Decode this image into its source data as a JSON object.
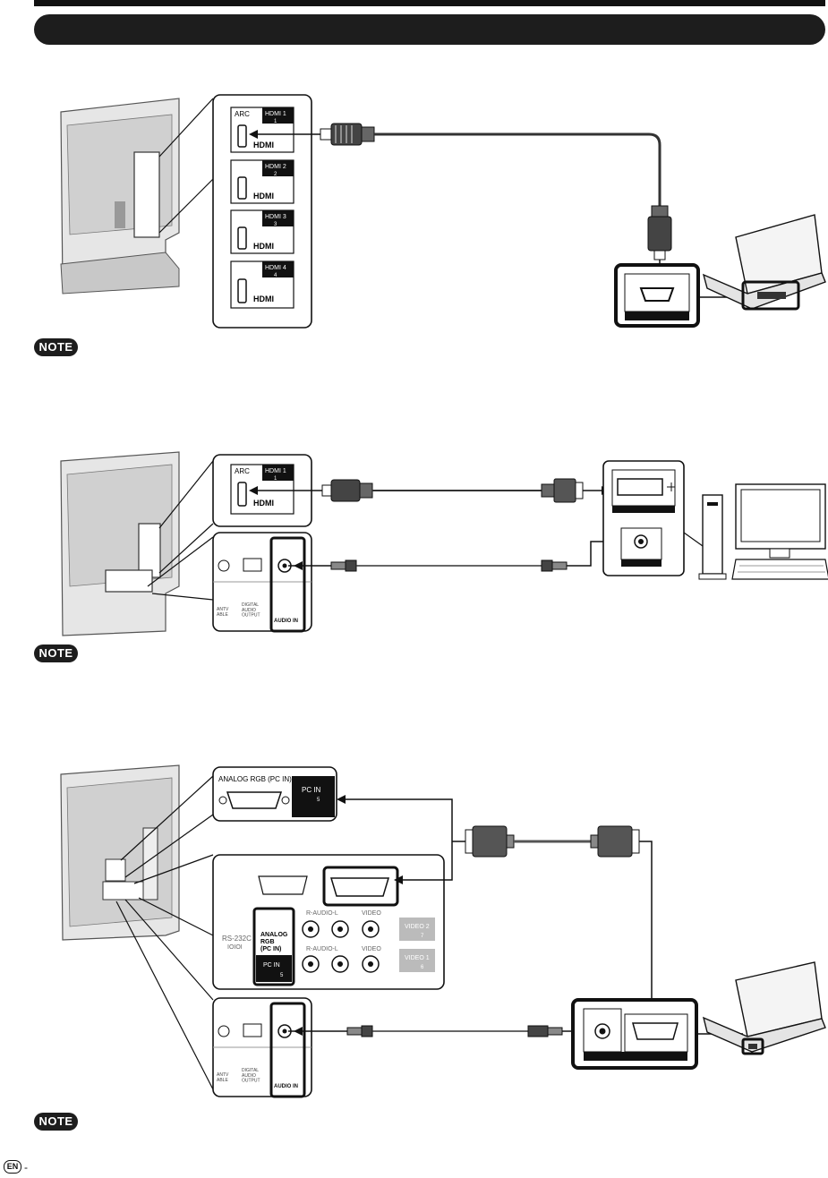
{
  "notes": {
    "label": "NOTE"
  },
  "footer": {
    "lang_badge": "EN",
    "dash": "-"
  },
  "sections": [
    {
      "ports": [
        {
          "top_label": "ARC",
          "hdmi_tag": "HDMI 1",
          "num": "1",
          "logo": "HDMI"
        },
        {
          "top_label": "",
          "hdmi_tag": "HDMI 2",
          "num": "2",
          "logo": "HDMI"
        },
        {
          "top_label": "",
          "hdmi_tag": "HDMI 3",
          "num": "3",
          "logo": "HDMI"
        },
        {
          "top_label": "",
          "hdmi_tag": "HDMI 4",
          "num": "4",
          "logo": "HDMI"
        }
      ]
    },
    {
      "port": {
        "top_label": "ARC",
        "hdmi_tag": "HDMI 1",
        "num": "1",
        "logo": "HDMI"
      },
      "audio_labels": {
        "tv_cable": "ANTV\nABLE",
        "digital_audio_output": "DIGITAL\nAUDIO\nOUTPUT",
        "audio_in": "AUDIO IN"
      }
    },
    {
      "pc_in_panel": {
        "analog_label": "ANALOG RGB (PC IN)",
        "pc_in_tag": "PC IN",
        "num": "5"
      },
      "jack_panel": {
        "rs232c_label": "RS-232C",
        "rs232c_sub": "IOIOI",
        "analog_rgb_label": "ANALOG\nRGB\n(PC IN)",
        "pc_in_tag": "PC IN",
        "pc_in_num": "5",
        "rows": [
          {
            "audio_label": "R-AUDIO-L",
            "video_label": "VIDEO",
            "tag": "VIDEO 2",
            "num": "7"
          },
          {
            "audio_label": "R-AUDIO-L",
            "video_label": "VIDEO",
            "tag": "VIDEO 1",
            "num": "6"
          }
        ]
      },
      "audio_labels": {
        "tv_cable": "ANTV\nABLE",
        "digital_audio_output": "DIGITAL\nAUDIO\nOUTPUT",
        "audio_in": "AUDIO IN"
      }
    }
  ]
}
